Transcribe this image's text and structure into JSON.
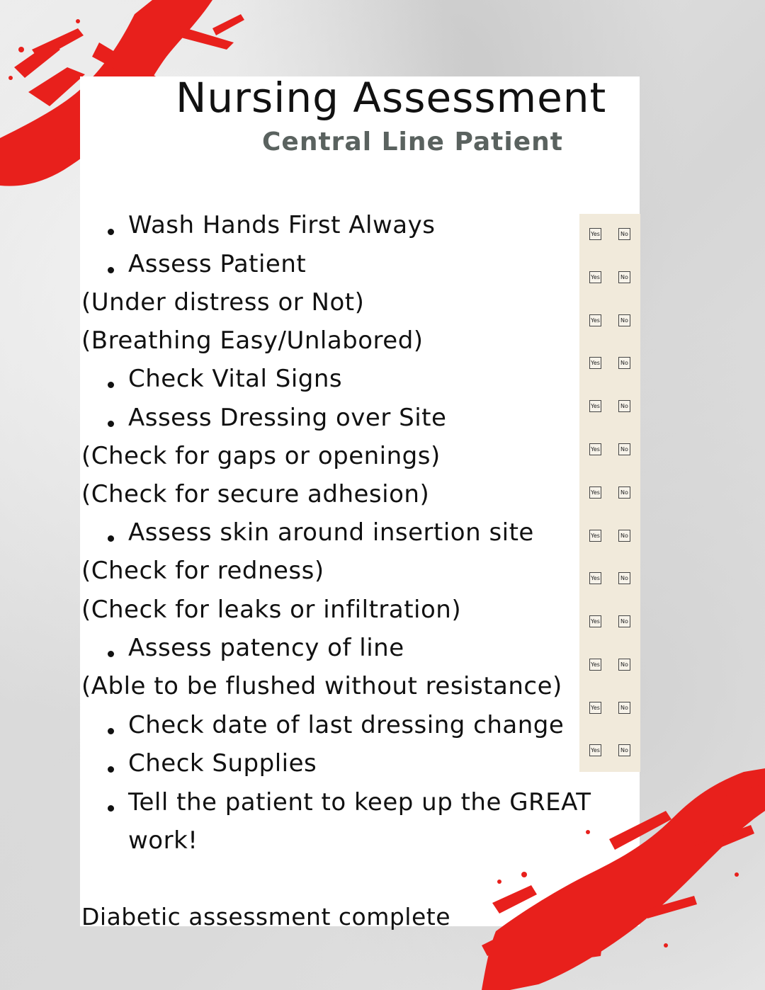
{
  "title": "Nursing Assessment",
  "subtitle": "Central Line Patient",
  "items": [
    {
      "text": "Wash Hands First Always",
      "bullet": true
    },
    {
      "text": "Assess Patient",
      "bullet": true
    },
    {
      "text": "(Under distress or Not)",
      "bullet": false
    },
    {
      "text": "(Breathing Easy/Unlabored)",
      "bullet": false
    },
    {
      "text": "Check Vital Signs",
      "bullet": true
    },
    {
      "text": "Assess Dressing over Site",
      "bullet": true
    },
    {
      "text": "(Check for gaps or openings)",
      "bullet": false
    },
    {
      "text": "(Check for secure adhesion)",
      "bullet": false
    },
    {
      "text": "Assess skin around insertion site",
      "bullet": true
    },
    {
      "text": "(Check for redness)",
      "bullet": false
    },
    {
      "text": "(Check for leaks or infiltration)",
      "bullet": false
    },
    {
      "text": "Assess patency of line",
      "bullet": true
    },
    {
      "text": "(Able to be flushed without resistance)",
      "bullet": false
    },
    {
      "text": "Check date of last dressing change",
      "bullet": true
    },
    {
      "text": "Check Supplies",
      "bullet": true
    },
    {
      "text": "Tell the patient to keep up the GREAT",
      "bullet": true
    },
    {
      "text": "work!",
      "bullet": false
    }
  ],
  "checkboxes": {
    "yes_label": "Yes",
    "no_label": "No"
  },
  "footer": "Diabetic assessment complete",
  "colors": {
    "accent": "#e8201c",
    "subtitle": "#5a625f",
    "checklist_bg": "#f1eadb"
  }
}
